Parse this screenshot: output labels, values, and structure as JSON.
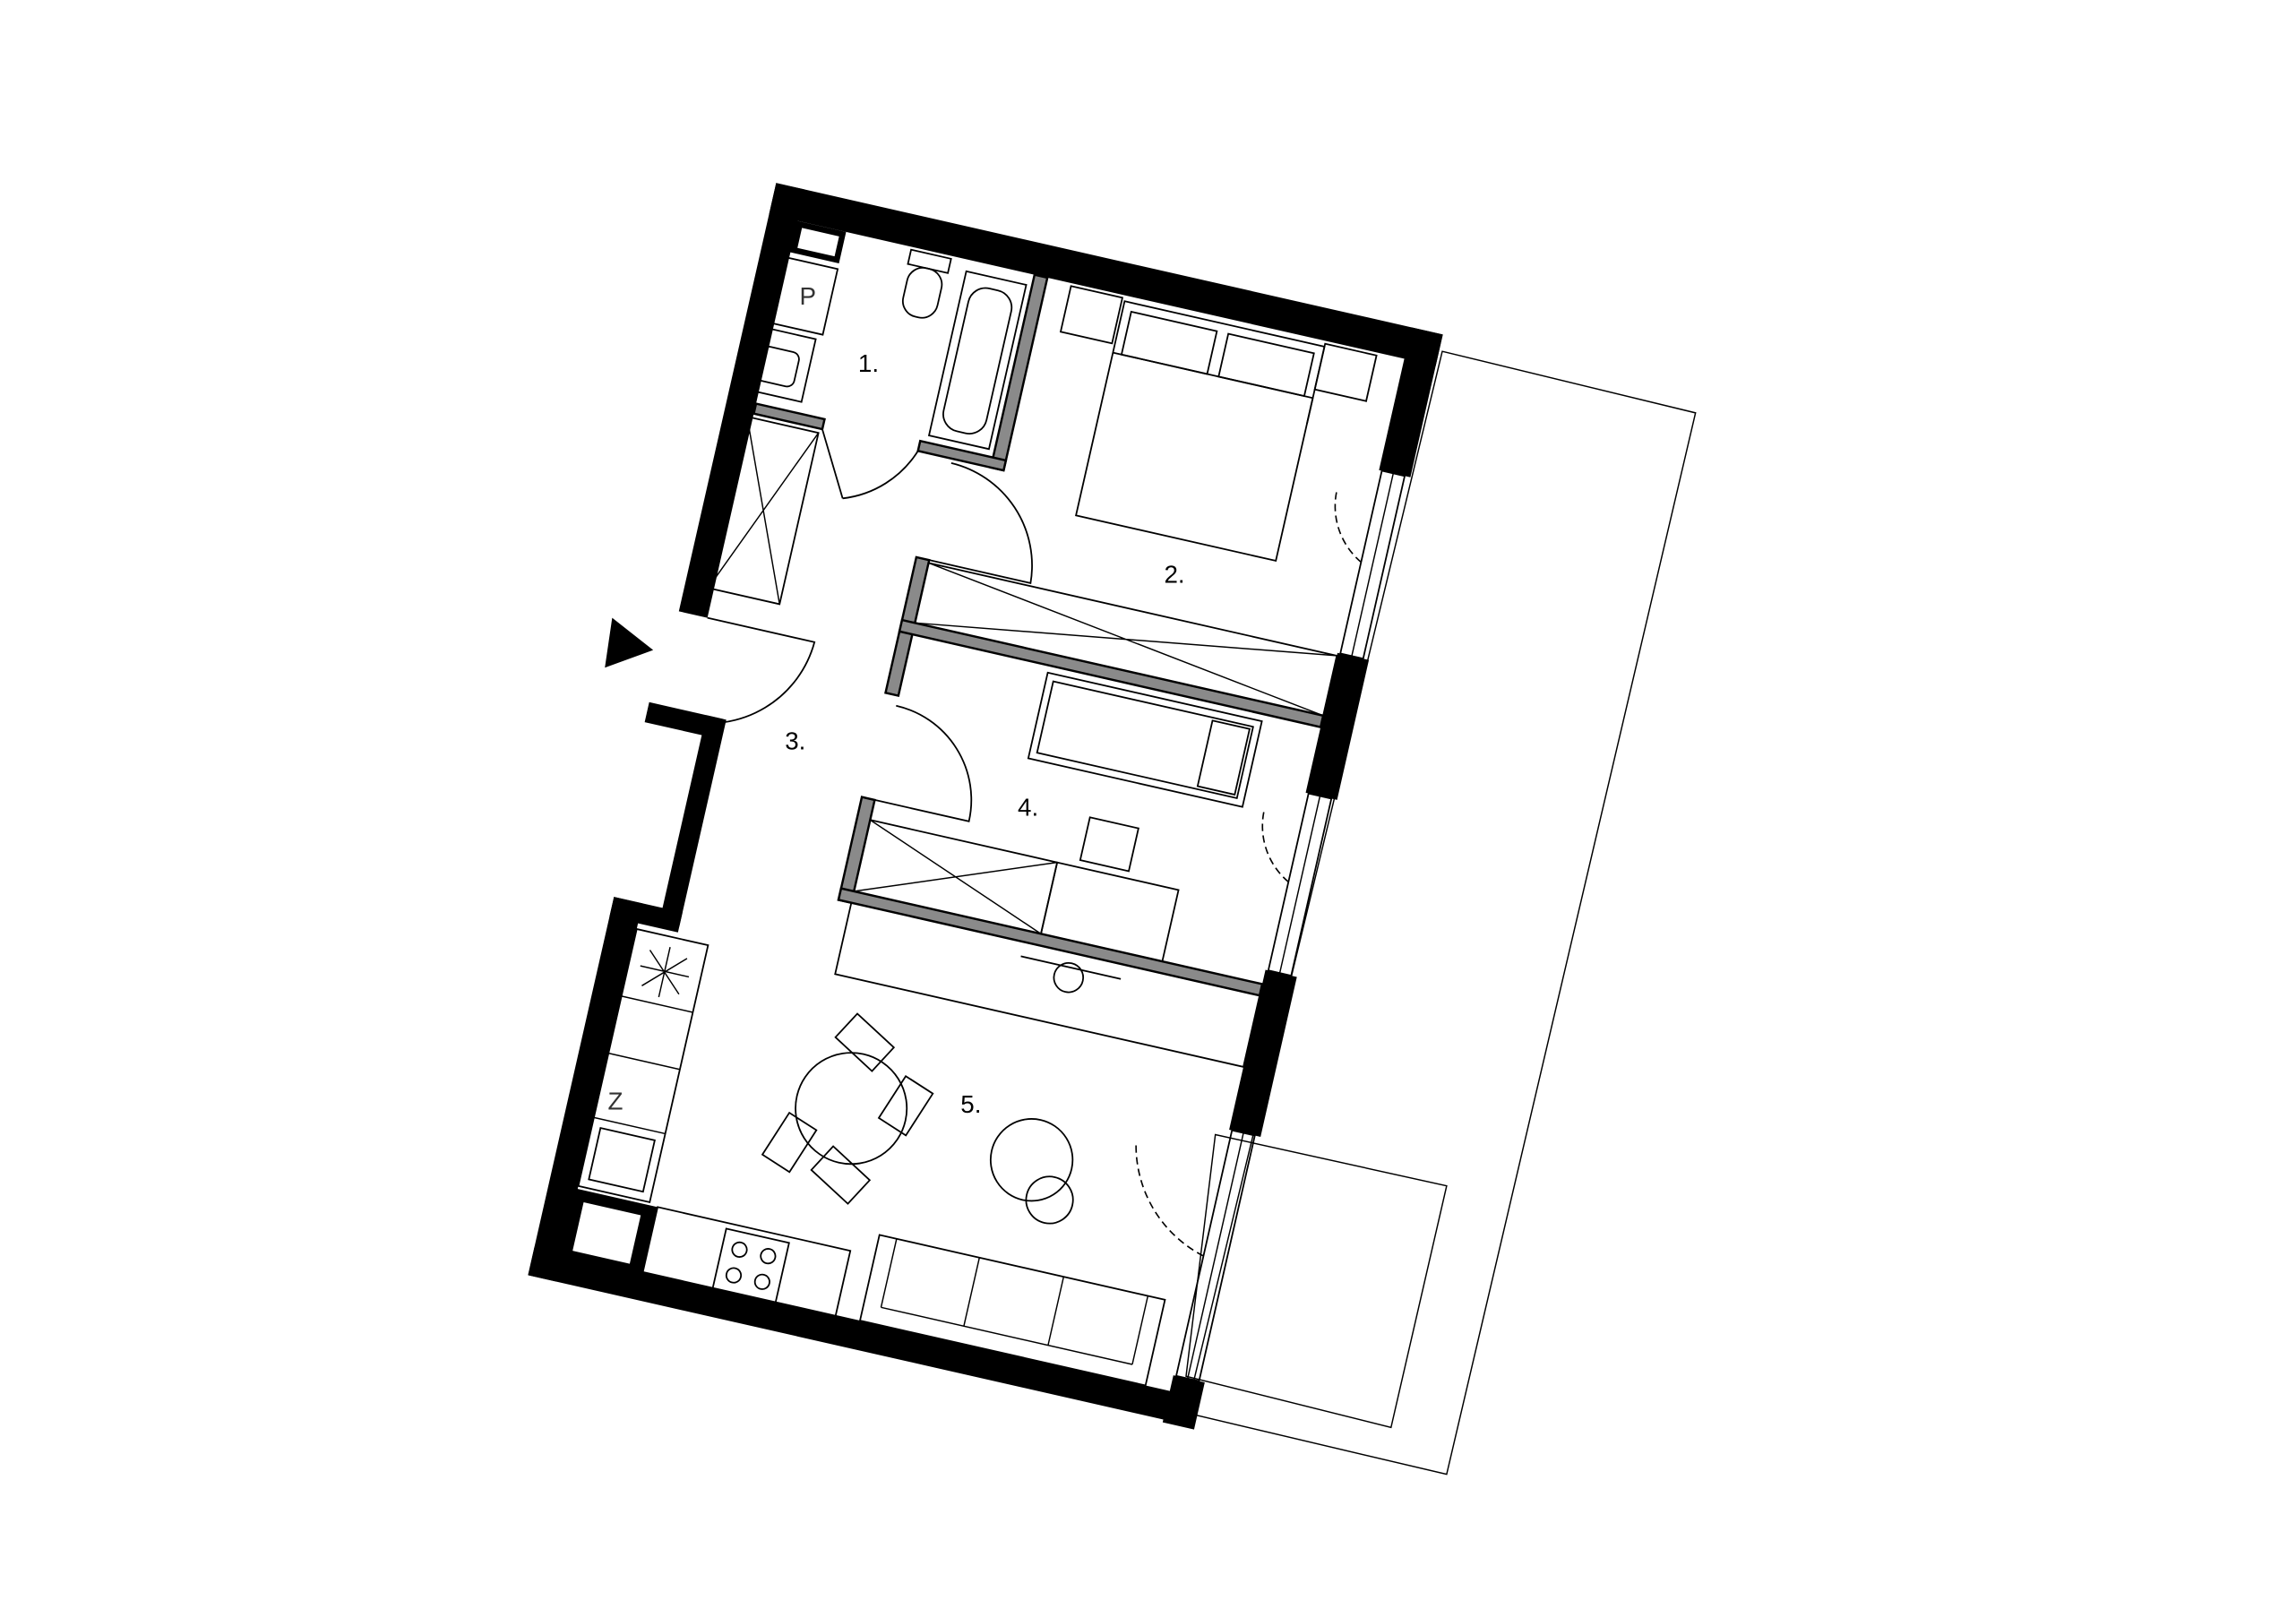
{
  "plan": {
    "rooms": [
      {
        "number": "1."
      },
      {
        "number": "2."
      },
      {
        "number": "3."
      },
      {
        "number": "4."
      },
      {
        "number": "5."
      }
    ],
    "appliances": {
      "washer": "P",
      "fridge": "Z"
    }
  }
}
